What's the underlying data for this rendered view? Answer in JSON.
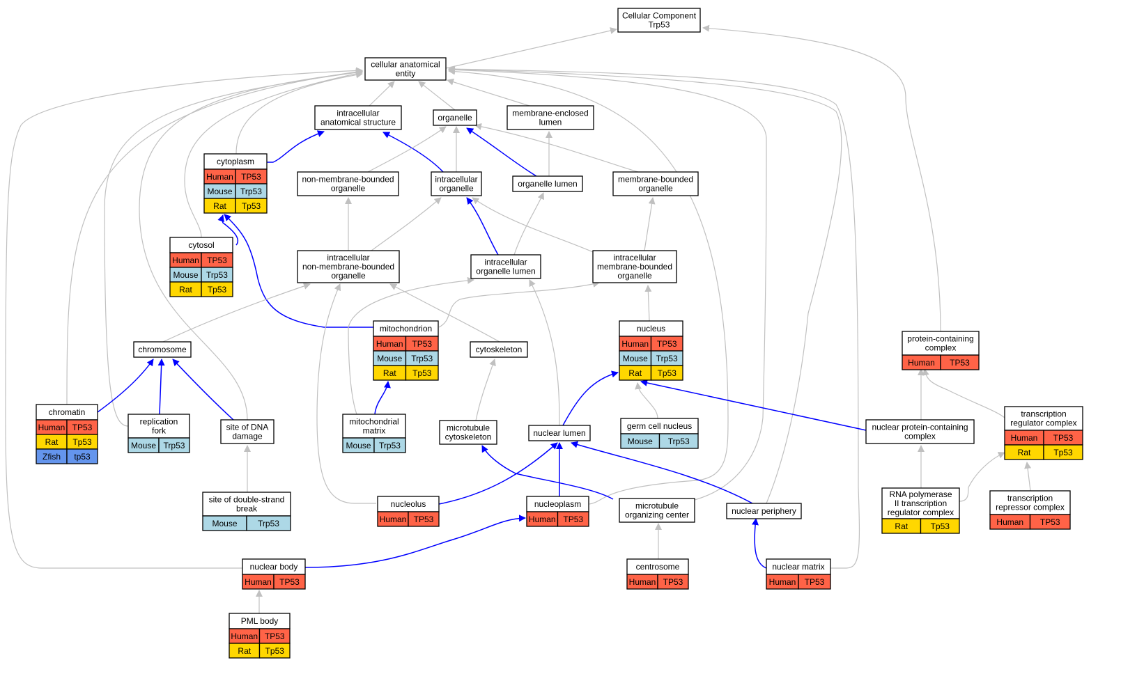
{
  "colors": {
    "Human": "#ff6347",
    "Mouse": "#add8e6",
    "Rat": "#ffd700",
    "Zfish": "#6495ed",
    "edge_gray": "#c0c0c0",
    "edge_blue": "#0000ff"
  },
  "nodes": {
    "root": {
      "title": [
        "Cellular Component",
        "Trp53"
      ],
      "rows": []
    },
    "cae": {
      "title": [
        "cellular anatomical",
        "entity"
      ],
      "rows": []
    },
    "ias": {
      "title": [
        "intracellular",
        "anatomical structure"
      ],
      "rows": []
    },
    "organelle": {
      "title": [
        "organelle"
      ],
      "rows": []
    },
    "mel": {
      "title": [
        "membrane-enclosed",
        "lumen"
      ],
      "rows": []
    },
    "cytoplasm": {
      "title": [
        "cytoplasm"
      ],
      "rows": [
        [
          "Human",
          "TP53"
        ],
        [
          "Mouse",
          "Trp53"
        ],
        [
          "Rat",
          "Tp53"
        ]
      ]
    },
    "nmbo": {
      "title": [
        "non-membrane-bounded",
        "organelle"
      ],
      "rows": []
    },
    "io": {
      "title": [
        "intracellular",
        "organelle"
      ],
      "rows": []
    },
    "olumen": {
      "title": [
        "organelle lumen"
      ],
      "rows": []
    },
    "mbo": {
      "title": [
        "membrane-bounded",
        "organelle"
      ],
      "rows": []
    },
    "cytosol": {
      "title": [
        "cytosol"
      ],
      "rows": [
        [
          "Human",
          "TP53"
        ],
        [
          "Mouse",
          "Trp53"
        ],
        [
          "Rat",
          "Tp53"
        ]
      ]
    },
    "inmbo": {
      "title": [
        "intracellular",
        "non-membrane-bounded",
        "organelle"
      ],
      "rows": []
    },
    "iol": {
      "title": [
        "intracellular",
        "organelle lumen"
      ],
      "rows": []
    },
    "imbo": {
      "title": [
        "intracellular",
        "membrane-bounded",
        "organelle"
      ],
      "rows": []
    },
    "chromosome": {
      "title": [
        "chromosome"
      ],
      "rows": []
    },
    "mito": {
      "title": [
        "mitochondrion"
      ],
      "rows": [
        [
          "Human",
          "TP53"
        ],
        [
          "Mouse",
          "Trp53"
        ],
        [
          "Rat",
          "Tp53"
        ]
      ]
    },
    "cytoskeleton": {
      "title": [
        "cytoskeleton"
      ],
      "rows": []
    },
    "nucleus": {
      "title": [
        "nucleus"
      ],
      "rows": [
        [
          "Human",
          "TP53"
        ],
        [
          "Mouse",
          "Trp53"
        ],
        [
          "Rat",
          "Tp53"
        ]
      ]
    },
    "pcc": {
      "title": [
        "protein-containing",
        "complex"
      ],
      "rows": [
        [
          "Human",
          "TP53"
        ]
      ]
    },
    "chromatin": {
      "title": [
        "chromatin"
      ],
      "rows": [
        [
          "Human",
          "TP53"
        ],
        [
          "Rat",
          "Tp53"
        ],
        [
          "Zfish",
          "tp53"
        ]
      ]
    },
    "repfork": {
      "title": [
        "replication",
        "fork"
      ],
      "rows": [
        [
          "Mouse",
          "Trp53"
        ]
      ]
    },
    "sdd": {
      "title": [
        "site of DNA",
        "damage"
      ],
      "rows": []
    },
    "mmatrix": {
      "title": [
        "mitochondrial",
        "matrix"
      ],
      "rows": [
        [
          "Mouse",
          "Trp53"
        ]
      ]
    },
    "mtcyto": {
      "title": [
        "microtubule",
        "cytoskeleton"
      ],
      "rows": []
    },
    "nlumen": {
      "title": [
        "nuclear lumen"
      ],
      "rows": []
    },
    "gcn": {
      "title": [
        "germ cell nucleus"
      ],
      "rows": [
        [
          "Mouse",
          "Trp53"
        ]
      ]
    },
    "npcc": {
      "title": [
        "nuclear protein-containing",
        "complex"
      ],
      "rows": []
    },
    "trc": {
      "title": [
        "transcription",
        "regulator complex"
      ],
      "rows": [
        [
          "Human",
          "TP53"
        ],
        [
          "Rat",
          "Tp53"
        ]
      ]
    },
    "sdsb": {
      "title": [
        "site of double-strand",
        "break"
      ],
      "rows": [
        [
          "Mouse",
          "Trp53"
        ]
      ]
    },
    "nucleolus": {
      "title": [
        "nucleolus"
      ],
      "rows": [
        [
          "Human",
          "TP53"
        ]
      ]
    },
    "nucleoplasm": {
      "title": [
        "nucleoplasm"
      ],
      "rows": [
        [
          "Human",
          "TP53"
        ]
      ]
    },
    "mtoc": {
      "title": [
        "microtubule",
        "organizing center"
      ],
      "rows": []
    },
    "nperiph": {
      "title": [
        "nuclear periphery"
      ],
      "rows": []
    },
    "rnap": {
      "title": [
        "RNA polymerase",
        "II transcription",
        "regulator complex"
      ],
      "rows": [
        [
          "Rat",
          "Tp53"
        ]
      ]
    },
    "trepc": {
      "title": [
        "transcription",
        "repressor complex"
      ],
      "rows": [
        [
          "Human",
          "TP53"
        ]
      ]
    },
    "nbody": {
      "title": [
        "nuclear body"
      ],
      "rows": [
        [
          "Human",
          "TP53"
        ]
      ]
    },
    "centrosome": {
      "title": [
        "centrosome"
      ],
      "rows": [
        [
          "Human",
          "TP53"
        ]
      ]
    },
    "nmatrix": {
      "title": [
        "nuclear matrix"
      ],
      "rows": [
        [
          "Human",
          "TP53"
        ]
      ]
    },
    "pml": {
      "title": [
        "PML body"
      ],
      "rows": [
        [
          "Human",
          "TP53"
        ],
        [
          "Rat",
          "Tp53"
        ]
      ]
    }
  }
}
